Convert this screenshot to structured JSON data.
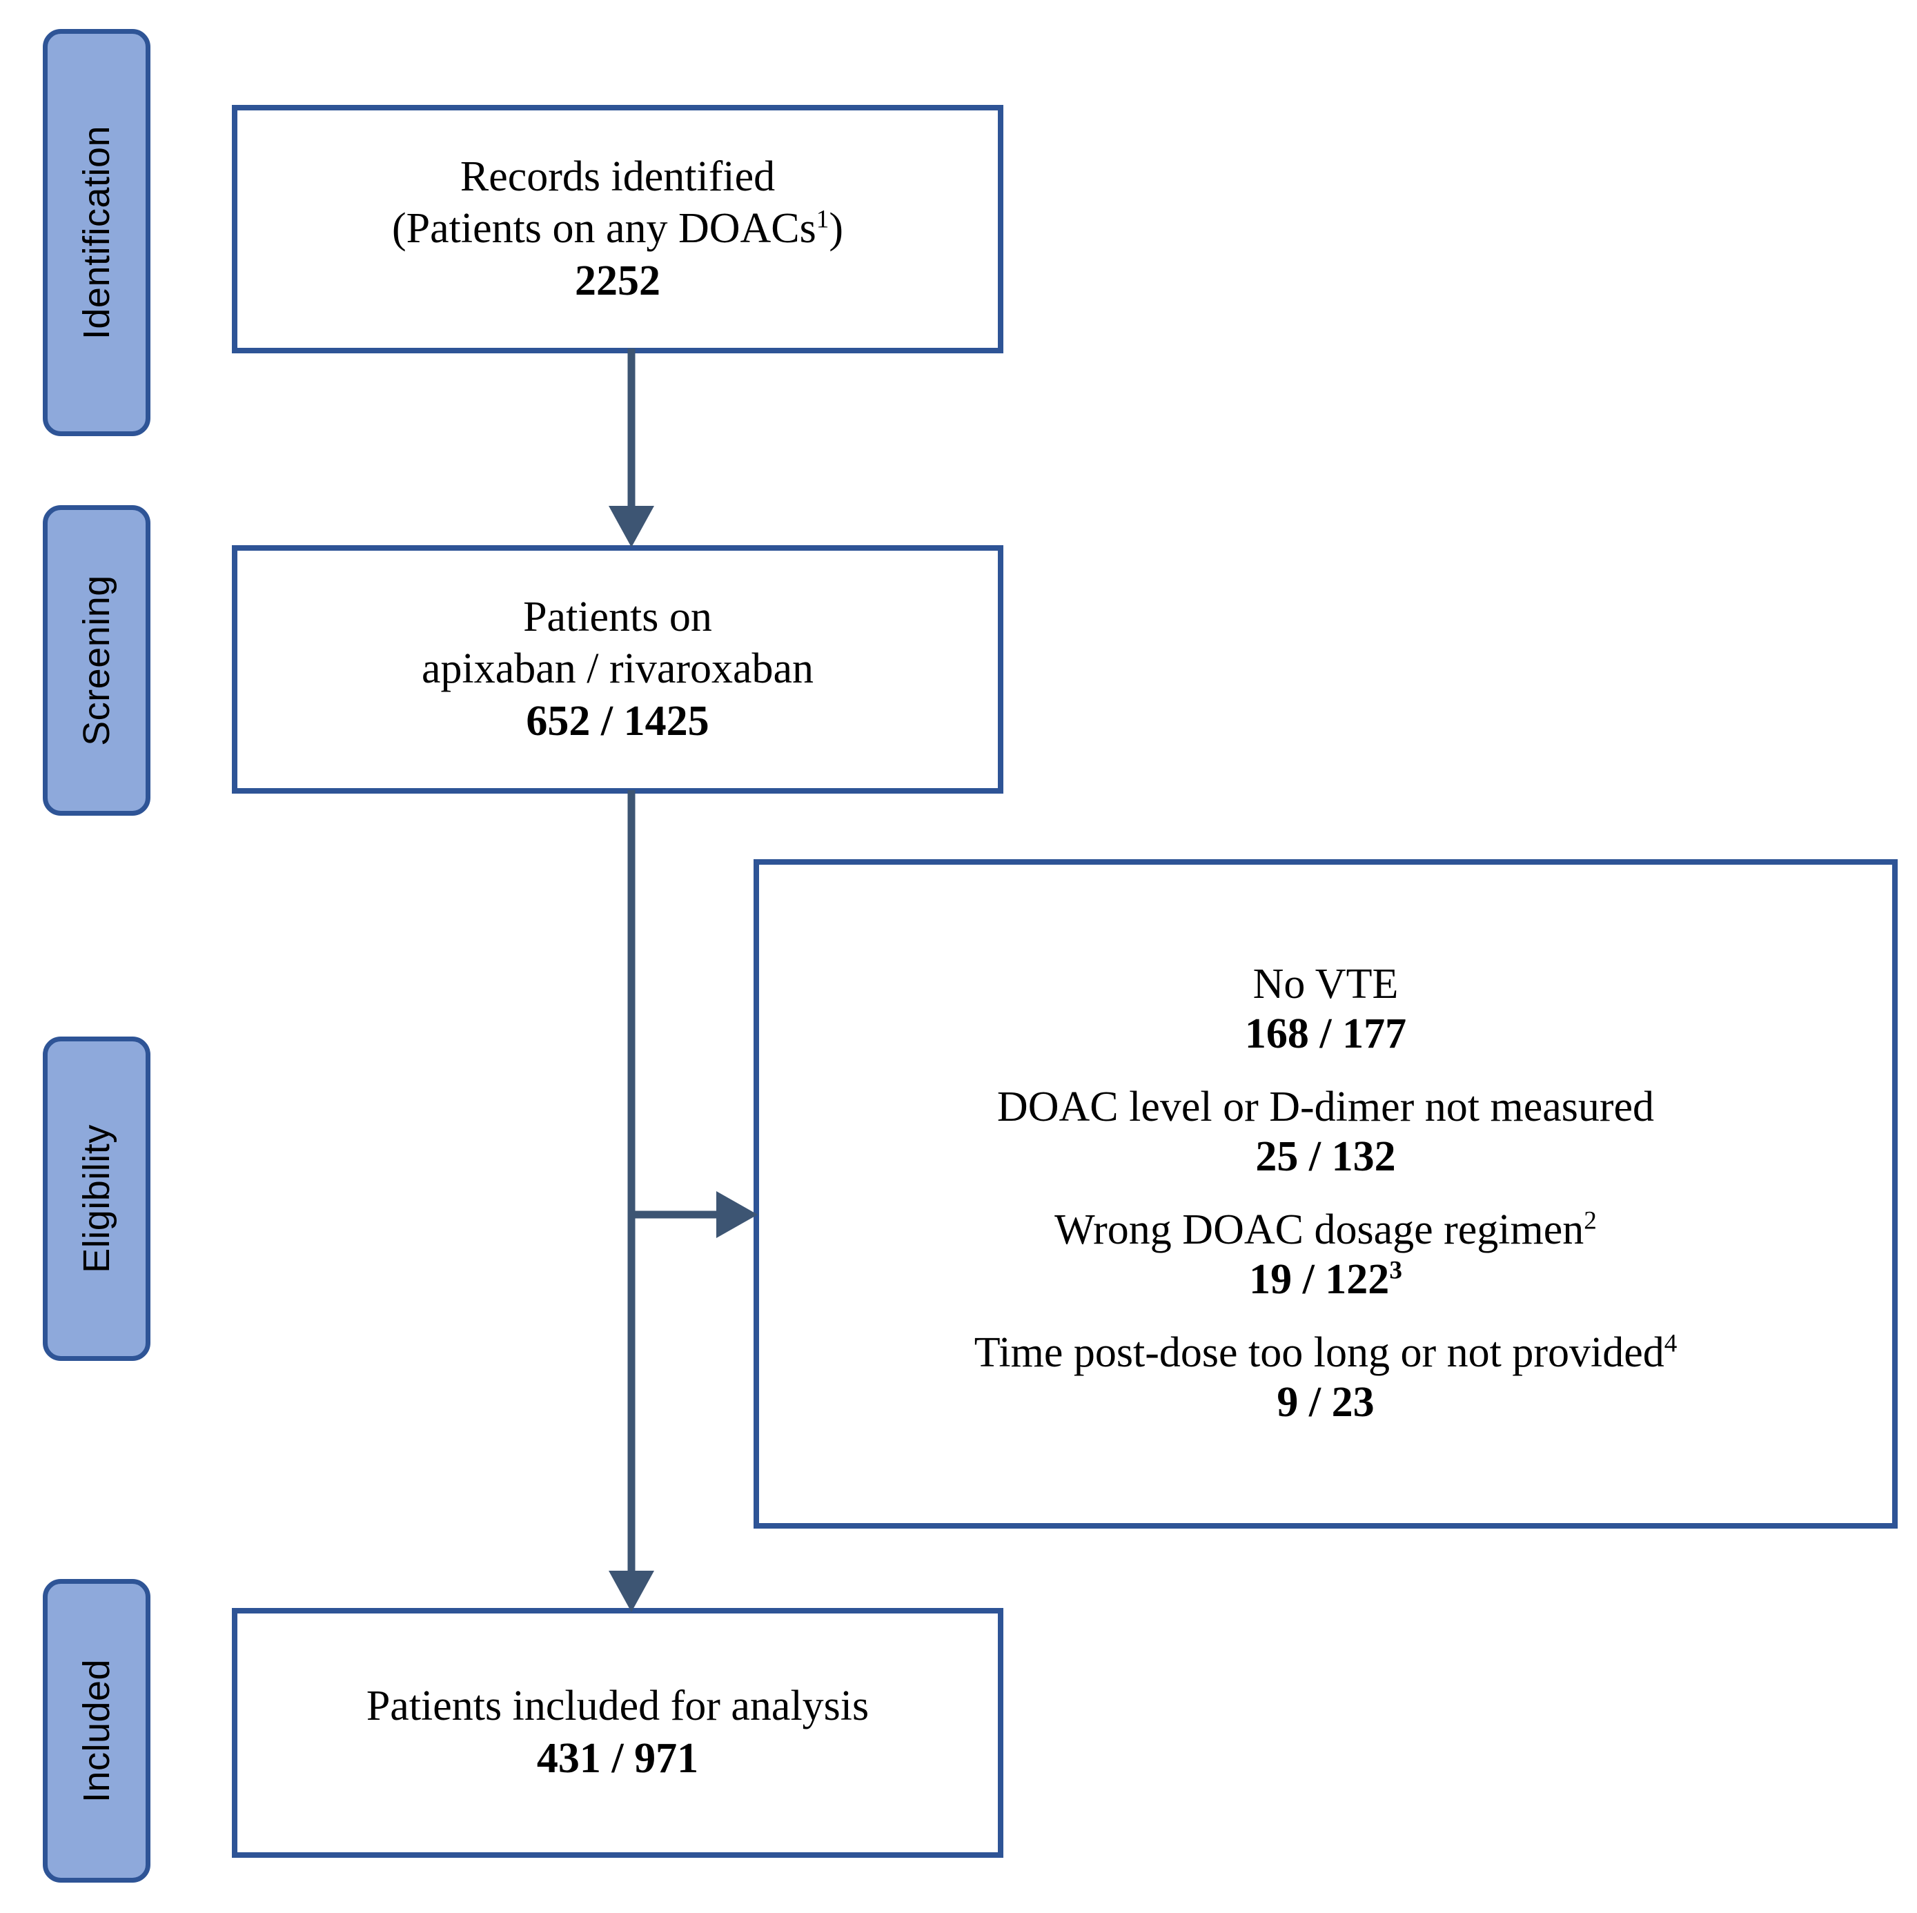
{
  "figure": {
    "type": "prisma-flow-diagram",
    "colors": {
      "stage_fill": "#8EA9DB",
      "stage_border": "#2E5496",
      "box_border": "#2E5496",
      "connector": "#3D5573",
      "text": "#000000",
      "background": "#FFFFFF"
    }
  },
  "stages": [
    {
      "id": "identification",
      "label": "Identification"
    },
    {
      "id": "screening",
      "label": "Screening"
    },
    {
      "id": "eligibility",
      "label": "Eligibility"
    },
    {
      "id": "included",
      "label": "Included"
    }
  ],
  "boxes": {
    "identified": {
      "line1": "Records identified",
      "line2_pre": "(Patients on any DOACs",
      "line2_sup": "1",
      "line2_post": ")",
      "count": "2252"
    },
    "screened": {
      "line1": "Patients on",
      "line2": "apixaban / rivaroxaban",
      "count": "652 / 1425"
    },
    "included": {
      "line1": "Patients included for analysis",
      "count": "431 / 971"
    }
  },
  "exclusions": {
    "items": [
      {
        "reason": "No VTE",
        "reason_sup": "",
        "count": "168 / 177",
        "count_sup": ""
      },
      {
        "reason": "DOAC level or D-dimer not measured",
        "reason_sup": "",
        "count": "25 / 132",
        "count_sup": ""
      },
      {
        "reason": "Wrong DOAC dosage regimen",
        "reason_sup": "2",
        "count": "19 / 122",
        "count_sup": "3"
      },
      {
        "reason": "Time post-dose too long or not provided",
        "reason_sup": "4",
        "count": "9 / 23",
        "count_sup": ""
      }
    ]
  }
}
